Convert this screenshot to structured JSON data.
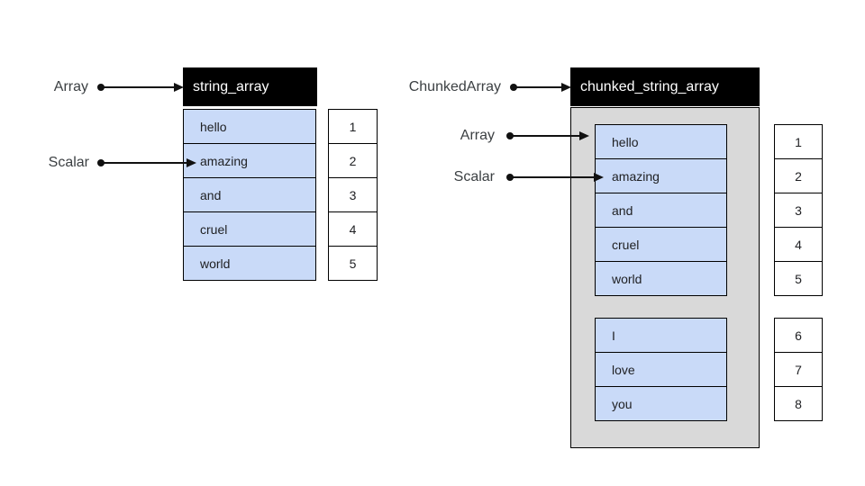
{
  "colors": {
    "row_fill": "#c9daf8",
    "container_fill": "#d9d9d9",
    "header_bg": "#000000",
    "header_text": "#ffffff",
    "label_text": "#3c4043",
    "cell_text": "#202124",
    "line": "#111111",
    "border": "#000000",
    "canvas_bg": "#ffffff"
  },
  "left": {
    "pointers": {
      "array": "Array",
      "scalar": "Scalar"
    },
    "header": "string_array",
    "rows": [
      "hello",
      "amazing",
      "and",
      "cruel",
      "world"
    ],
    "indices": [
      "1",
      "2",
      "3",
      "4",
      "5"
    ]
  },
  "right": {
    "pointers": {
      "chunked_array": "ChunkedArray",
      "array": "Array",
      "scalar": "Scalar"
    },
    "header": "chunked_string_array",
    "chunk1_rows": [
      "hello",
      "amazing",
      "and",
      "cruel",
      "world"
    ],
    "chunk1_indices": [
      "1",
      "2",
      "3",
      "4",
      "5"
    ],
    "chunk2_rows": [
      "I",
      "love",
      "you"
    ],
    "chunk2_indices": [
      "6",
      "7",
      "8"
    ]
  }
}
